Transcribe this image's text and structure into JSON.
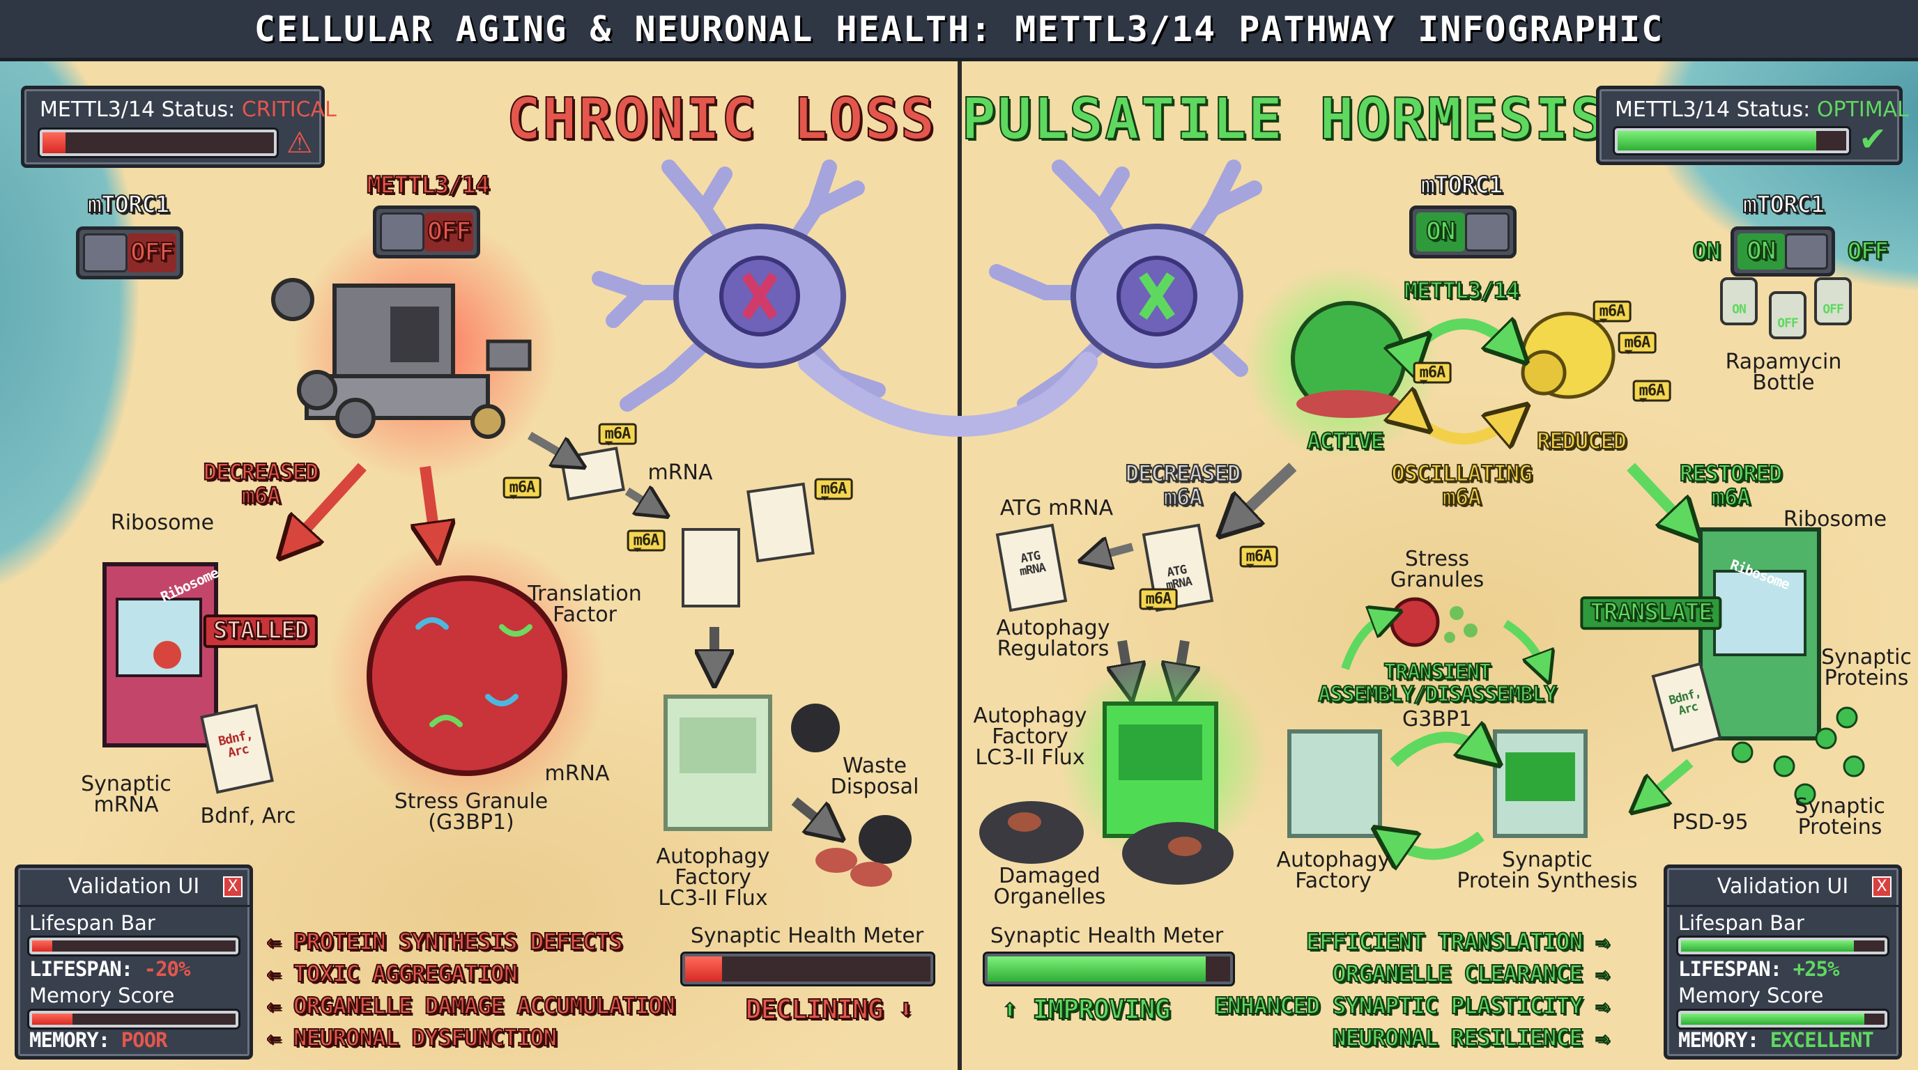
{
  "title": "CELLULAR AGING & NEURONAL HEALTH: METTL3/14 PATHWAY INFOGRAPHIC",
  "colors": {
    "critical": "#e4574d",
    "optimal": "#5fd860",
    "oscillating": "#f2d04a",
    "panel": "#383f4d",
    "sand": "#f4dca6",
    "water": "#7fc0c3"
  },
  "left": {
    "heading": "CHRONIC LOSS",
    "status": {
      "label": "METTL3/14 Status:",
      "value": "CRITICAL",
      "fill_fraction": 0.1,
      "icon": "warning-icon"
    },
    "mtorc1": {
      "label": "mTORC1",
      "state": "OFF"
    },
    "mettl": {
      "label": "METTL3/14",
      "state": "OFF"
    },
    "decreased": [
      "DECREASED",
      "m6A"
    ],
    "ribosome": "Ribosome",
    "ribosome_sign": "Ribosome",
    "stalled": "STALLED",
    "synaptic_mrna": [
      "Synaptic",
      "mRNA"
    ],
    "bdnf_arc": "Bdnf, Arc",
    "scroll_text": [
      "Bdnf,",
      "Arc"
    ],
    "translation_factor": [
      "Translation",
      "Factor"
    ],
    "stress_granule": [
      "Stress Granule",
      "(G3BP1)"
    ],
    "mrna_a": "mRNA",
    "mrna_b": "mRNA",
    "m6a": "m6A",
    "waste": [
      "Waste",
      "Disposal"
    ],
    "factory": [
      "Autophagy",
      "Factory",
      "LC3-II Flux"
    ],
    "consequences": [
      "PROTEIN SYNTHESIS DEFECTS",
      "TOXIC AGGREGATION",
      "ORGANELLE DAMAGE ACCUMULATION",
      "NEURONAL DYSFUNCTION"
    ],
    "meter": {
      "label": "Synaptic Health Meter",
      "fill_fraction": 0.15,
      "trend": "DECLINING"
    },
    "validation": {
      "title": "Validation UI",
      "close": "X",
      "lifespan_bar": "Lifespan Bar",
      "lifespan_fill": 0.1,
      "lifespan_label": "LIFESPAN:",
      "lifespan_value": "-20%",
      "memory_score": "Memory Score",
      "memory_fill": 0.2,
      "memory_label": "MEMORY:",
      "memory_value": "POOR"
    }
  },
  "right": {
    "heading": "PULSATILE HORMESIS",
    "status": {
      "label": "METTL3/14 Status:",
      "value": "OPTIMAL",
      "fill_fraction": 0.87,
      "icon": "checkmark-icon"
    },
    "mtorc1": {
      "label": "mTORC1",
      "state": "ON"
    },
    "mtorc1_b": {
      "label": "mTORC1",
      "state": "ON",
      "left": "ON",
      "right": "OFF"
    },
    "bottles": [
      "ON",
      "OFF",
      "OFF"
    ],
    "rapamycin": [
      "Rapamycin",
      "Bottle"
    ],
    "mettl": "METTL3/14",
    "active": "ACTIVE",
    "reduced": "REDUCED",
    "oscillating": [
      "OSCILLATING",
      "m6A"
    ],
    "decreased": [
      "DECREASED",
      "m6A"
    ],
    "restored": [
      "RESTORED",
      "m6A"
    ],
    "m6a": "m6A",
    "atg_mrna": "ATG mRNA",
    "atg_scroll": [
      "ATG",
      "mRNA"
    ],
    "autophagy_regulators": [
      "Autophagy",
      "Regulators"
    ],
    "factory_flux": [
      "Autophagy",
      "Factory",
      "LC3-II Flux"
    ],
    "damaged": [
      "Damaged",
      "Organelles"
    ],
    "ribosome": "Ribosome",
    "ribosome_sign": "Ribosome",
    "translate": "TRANSLATE",
    "synaptic_proteins_a": [
      "Synaptic",
      "Proteins"
    ],
    "synaptic_proteins_b": [
      "Synaptic",
      "Proteins"
    ],
    "scroll_text": [
      "Bdnf,",
      "Arc"
    ],
    "stress_granules": [
      "Stress",
      "Granules"
    ],
    "transient": [
      "TRANSIENT",
      "ASSEMBLY/DISASSEMBLY"
    ],
    "g3bp1": "G3BP1",
    "psd95": "PSD-95",
    "factory": [
      "Autophagy",
      "Factory"
    ],
    "synthesis": [
      "Synaptic",
      "Protein Synthesis"
    ],
    "benefits": [
      "EFFICIENT TRANSLATION",
      "ORGANELLE CLEARANCE",
      "ENHANCED SYNAPTIC PLASTICITY",
      "NEURONAL RESILIENCE"
    ],
    "meter": {
      "label": "Synaptic Health Meter",
      "fill_fraction": 0.9,
      "trend": "IMPROVING"
    },
    "validation": {
      "title": "Validation UI",
      "close": "X",
      "lifespan_bar": "Lifespan Bar",
      "lifespan_fill": 0.85,
      "lifespan_label": "LIFESPAN:",
      "lifespan_value": "+25%",
      "memory_score": "Memory Score",
      "memory_fill": 0.9,
      "memory_label": "MEMORY:",
      "memory_value": "EXCELLENT"
    }
  }
}
